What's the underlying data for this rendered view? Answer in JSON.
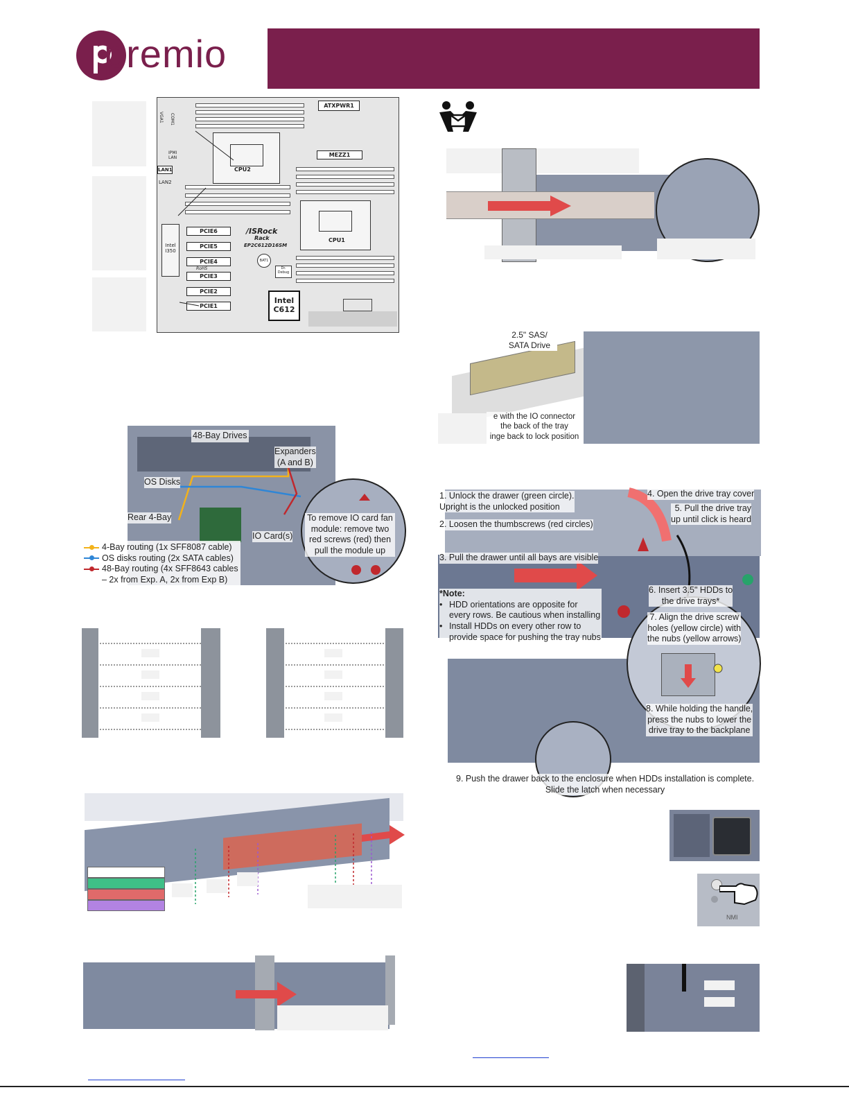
{
  "brand": {
    "logo_text": "premio",
    "logo_color": "#7a1f4c",
    "banner_color": "#7a1f4c"
  },
  "motherboard": {
    "labels": {
      "cpu1": "CPU1",
      "cpu2": "CPU2",
      "mezz": "MEZZ1",
      "atx": "ATXPWR1",
      "lan1": "LAN1",
      "lan2": "LAN2",
      "pcie6": "PCIE6",
      "pcie5": "PCIE5",
      "pcie4": "PCIE4",
      "pcie3": "PCIE3",
      "pcie2": "PCIE2",
      "pcie1": "PCIE1",
      "asrock": "/ISRock",
      "rack": "Rack",
      "model": "EP2C612D16SM",
      "chipset_a": "Intel",
      "chipset_b": "C612",
      "intel_i350_a": "Intel",
      "intel_i350_b": "I350",
      "bat": "BAT1",
      "debug": "Dr. Debug",
      "rohs": "RoHS",
      "vga": "VGA1",
      "com": "COM1",
      "ipmi": "IPMI LAN"
    }
  },
  "lift_icon": "two-person-lift-icon",
  "drive_25": {
    "label_line1": "2.5\" SAS/",
    "label_line2": "SATA Drive",
    "note_line1": "e with the IO connector",
    "note_line2": "the back of the tray",
    "note_line3": "inge back to lock position"
  },
  "cabling": {
    "drives48": "48-Bay Drives",
    "expanders_line1": "Expanders",
    "expanders_line2": "(A and B)",
    "os_disks": "OS Disks",
    "rear4": "Rear 4-Bay",
    "io_cards": "IO Card(s)",
    "fan_note_line1": "To remove IO card fan",
    "fan_note_line2": "module: remove two",
    "fan_note_line3": "red screws (red) then",
    "fan_note_line4": "pull the module up",
    "legend": [
      {
        "text": "4-Bay routing (1x SFF8087 cable)",
        "color": "#f2b21b"
      },
      {
        "text": "OS disks routing (2x SATA cables)",
        "color": "#2f86d6"
      },
      {
        "text": "48-Bay routing (4x SFF8643 cables",
        "color": "#c0282d"
      },
      {
        "text": "– 2x from Exp. A, 2x from Exp B)",
        "color": ""
      }
    ]
  },
  "drawer_steps": {
    "s1_line1": "1. Unlock the drawer (green circle).",
    "s1_line2": "Upright is the unlocked position",
    "s2": "2. Loosen the thumbscrews (red circles)",
    "s3": "3. Pull the drawer until all bays are visible",
    "s4": "4. Open the drive tray cover",
    "s5_line1": "5. Pull the drive tray",
    "s5_line2": "up until click is heard",
    "s6_line1": "6. Insert 3.5\" HDDs to",
    "s6_line2": "the drive trays*",
    "s7_line1": "7. Align the drive screw",
    "s7_line2": "holes (yellow circle) with",
    "s7_line3": "the nubs (yellow arrows)",
    "s8_line1": "8. While holding the handle,",
    "s8_line2": "press the nubs to lower the",
    "s8_line3": "drive tray to the backplane",
    "s9_line1": "9. Push the drawer back to the enclosure when HDDs installation is complete.",
    "s9_line2": "Slide the latch when necessary",
    "note_title": "*Note:",
    "note_b1_line1": "HDD orientations are opposite for",
    "note_b1_line2": "every rows. Be cautious when installing",
    "note_b2_line1": "Install HDDs on every other row to",
    "note_b2_line2": "provide space for pushing the tray nubs"
  },
  "power_panel": {
    "nmi": "NMI"
  },
  "rail_colors": {
    "green": "#27a36a",
    "red": "#c0282d",
    "purple": "#9b59d0",
    "highlight": "#e0604a"
  }
}
